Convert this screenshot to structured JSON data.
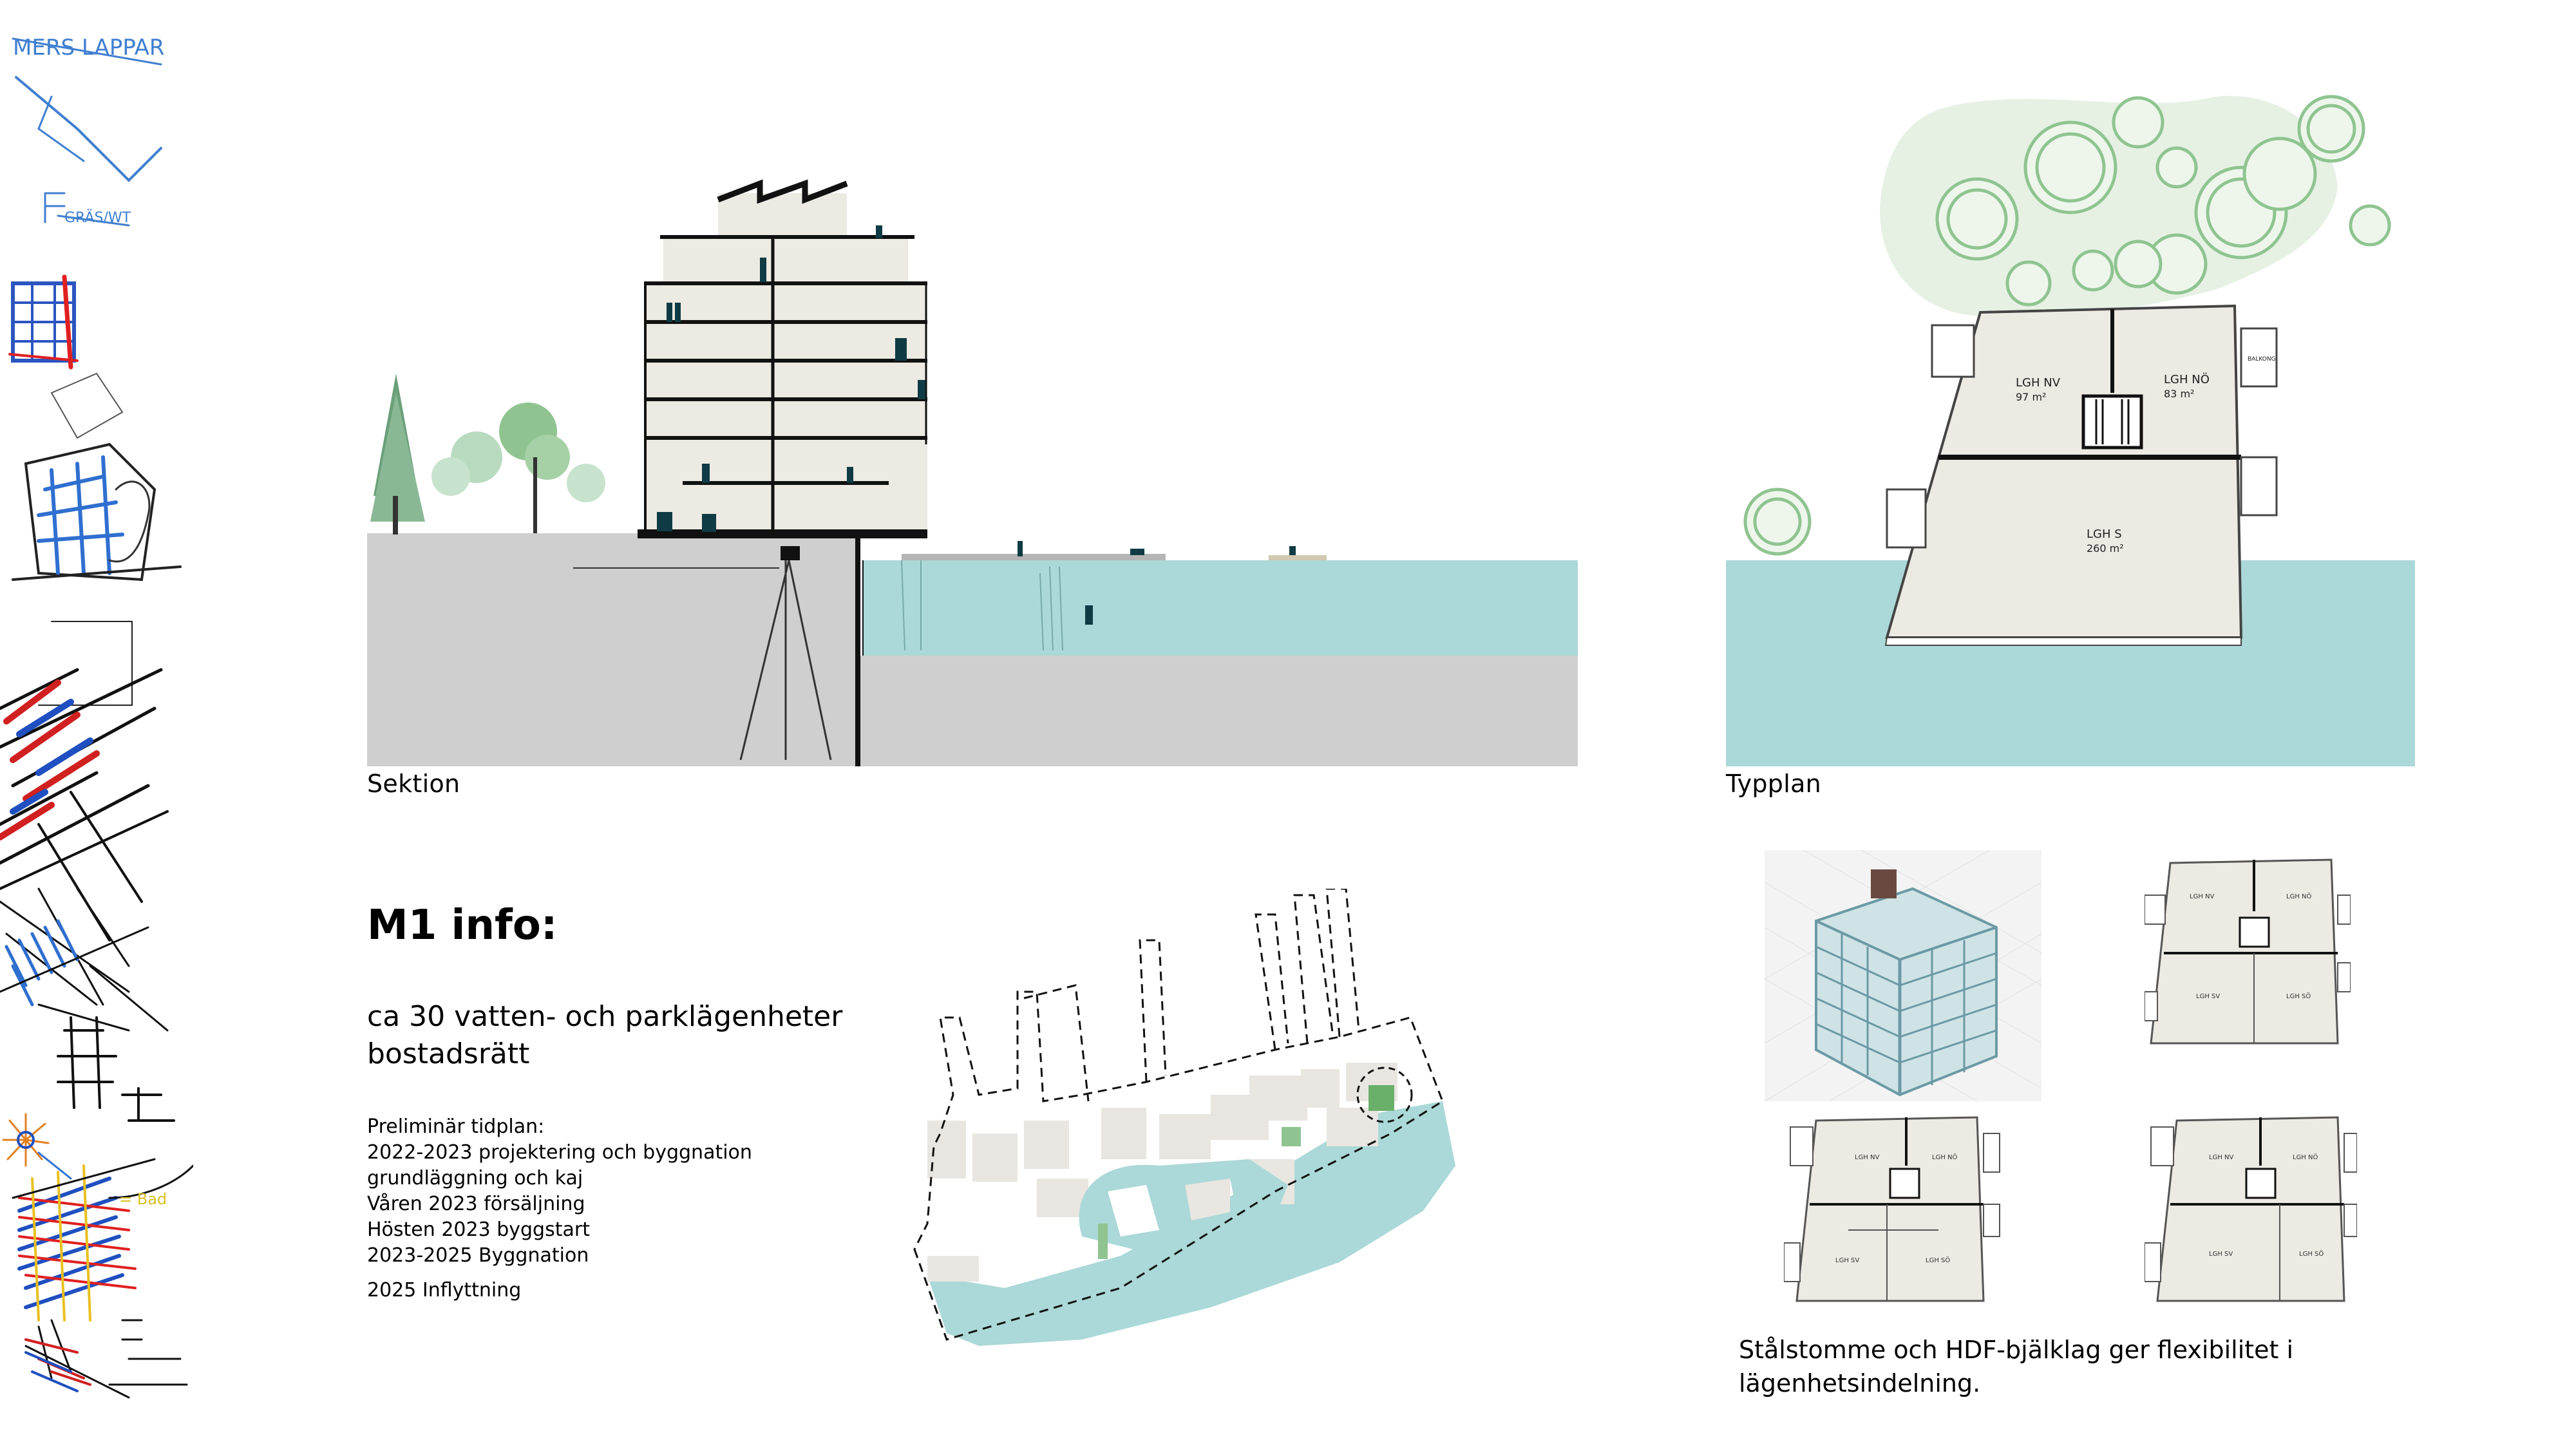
{
  "sketch": {
    "note_top": "MERS LAPPAR",
    "note_mid": "GRÄS/WT",
    "note_low": "= Bad"
  },
  "section": {
    "label": "Sektion"
  },
  "plan": {
    "label": "Typplan",
    "apt_nw": {
      "name": "LGH NV",
      "area": "97 m²"
    },
    "apt_ne": {
      "name": "LGH NÖ",
      "area": "83 m²"
    },
    "apt_s": {
      "name": "LGH S",
      "area": "260 m²"
    },
    "balcony": "BALKONG"
  },
  "info": {
    "title": "M1 info:",
    "subtitle_line1": "ca 30 vatten- och parklägenheter",
    "subtitle_line2": "bostadsrätt",
    "timeline": [
      "Preliminär tidplan:",
      "2022-2023 projektering och byggnation",
      "grundläggning och kaj",
      "Våren 2023 försäljning",
      "Hösten 2023 byggstart",
      "2023-2025 Byggnation",
      "2025 Inflyttning"
    ]
  },
  "variants": {
    "v1": {
      "nw": "LGH NV",
      "ne": "LGH NÖ",
      "sw": "LGH SV",
      "se": "LGH SÖ"
    },
    "v2": {
      "nw": "LGH NV",
      "ne": "LGH NÖ",
      "sw": "LGH SV",
      "se": "LGH SÖ"
    },
    "v3": {
      "nw": "LGH NV",
      "ne": "LGH NÖ",
      "sw": "LGH SV",
      "se": "LGH SÖ"
    }
  },
  "caption": {
    "line1": "Stålstomme och HDF-bjälklag ger flexibilitet i",
    "line2": "lägenhetsindelning."
  },
  "colors": {
    "water": "#abd8d8",
    "ground": "#cfcfcf",
    "floor": "#ede9e3",
    "tree": "#8fc490",
    "dark": "#0f3b44"
  }
}
